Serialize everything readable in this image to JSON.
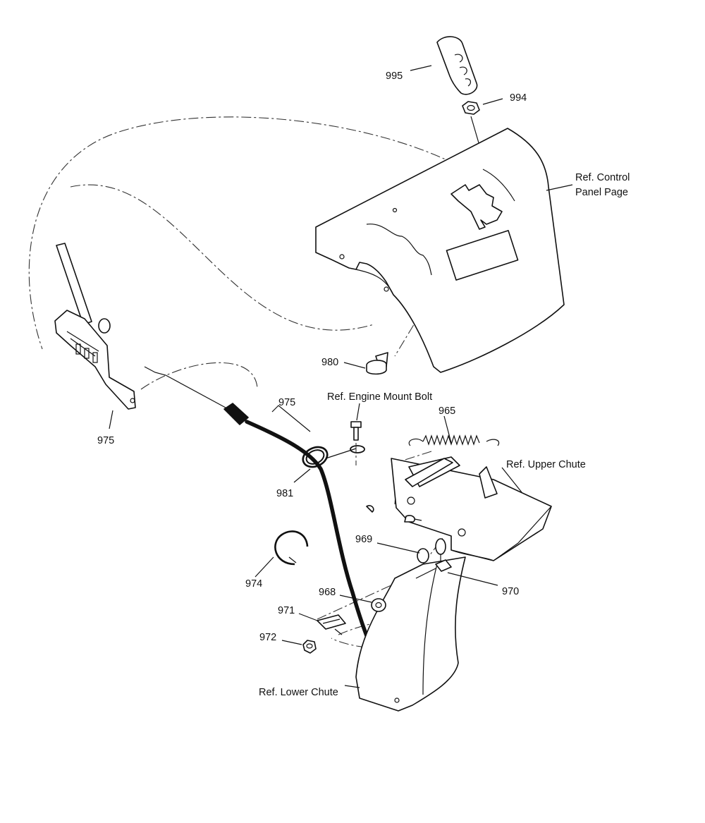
{
  "labels": {
    "p995": "995",
    "p994": "994",
    "ref_control": "Ref. Control",
    "ref_control_2": "Panel Page",
    "p980": "980",
    "ref_engine": "Ref. Engine Mount Bolt",
    "p975a": "975",
    "p975b": "975",
    "p965": "965",
    "ref_upper": "Ref. Upper Chute",
    "p981": "981",
    "p969": "969",
    "p974": "974",
    "p968": "968",
    "p970": "970",
    "p971": "971",
    "p972": "972",
    "ref_lower": "Ref. Lower Chute"
  }
}
